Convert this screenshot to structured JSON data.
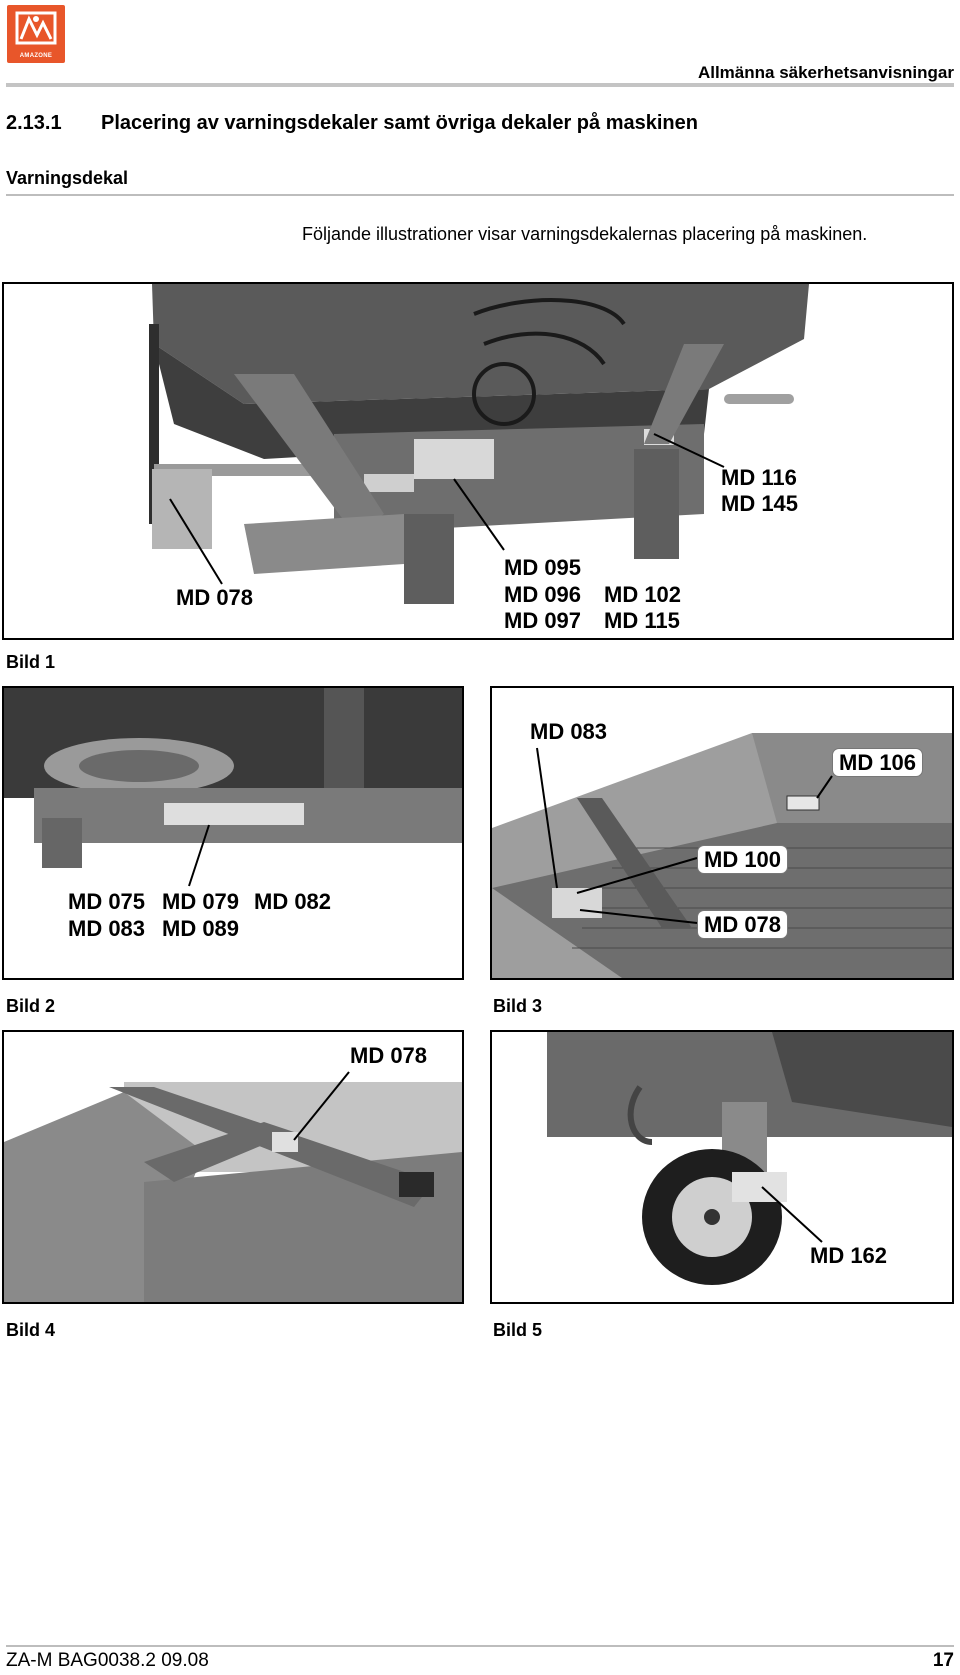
{
  "header": {
    "logo_text": "AMAZONE",
    "title": "Allmänna säkerhetsanvisningar"
  },
  "section": {
    "number": "2.13.1",
    "title": "Placering av varningsdekaler samt övriga dekaler på maskinen"
  },
  "subheading": "Varningsdekal",
  "intro": "Följande illustrationer visar varningsdekalernas placering på maskinen.",
  "figures": {
    "bild1": {
      "caption": "Bild 1",
      "labels": [
        "MD 116",
        "MD 145",
        "MD 078",
        "MD 095",
        "MD 096",
        "MD 097",
        "MD 102",
        "MD 115"
      ]
    },
    "bild2": {
      "caption": "Bild 2",
      "labels": [
        "MD 075",
        "MD 079",
        "MD 082",
        "MD 083",
        "MD 089"
      ]
    },
    "bild3": {
      "caption": "Bild 3",
      "labels": [
        "MD 083",
        "MD 106",
        "MD 100",
        "MD 078"
      ]
    },
    "bild4": {
      "caption": "Bild 4",
      "labels": [
        "MD 078"
      ]
    },
    "bild5": {
      "caption": "Bild 5",
      "labels": [
        "MD 162"
      ]
    }
  },
  "footer": {
    "doc_code": "ZA-M  BAG0038.2  09.08",
    "page_number": "17"
  }
}
